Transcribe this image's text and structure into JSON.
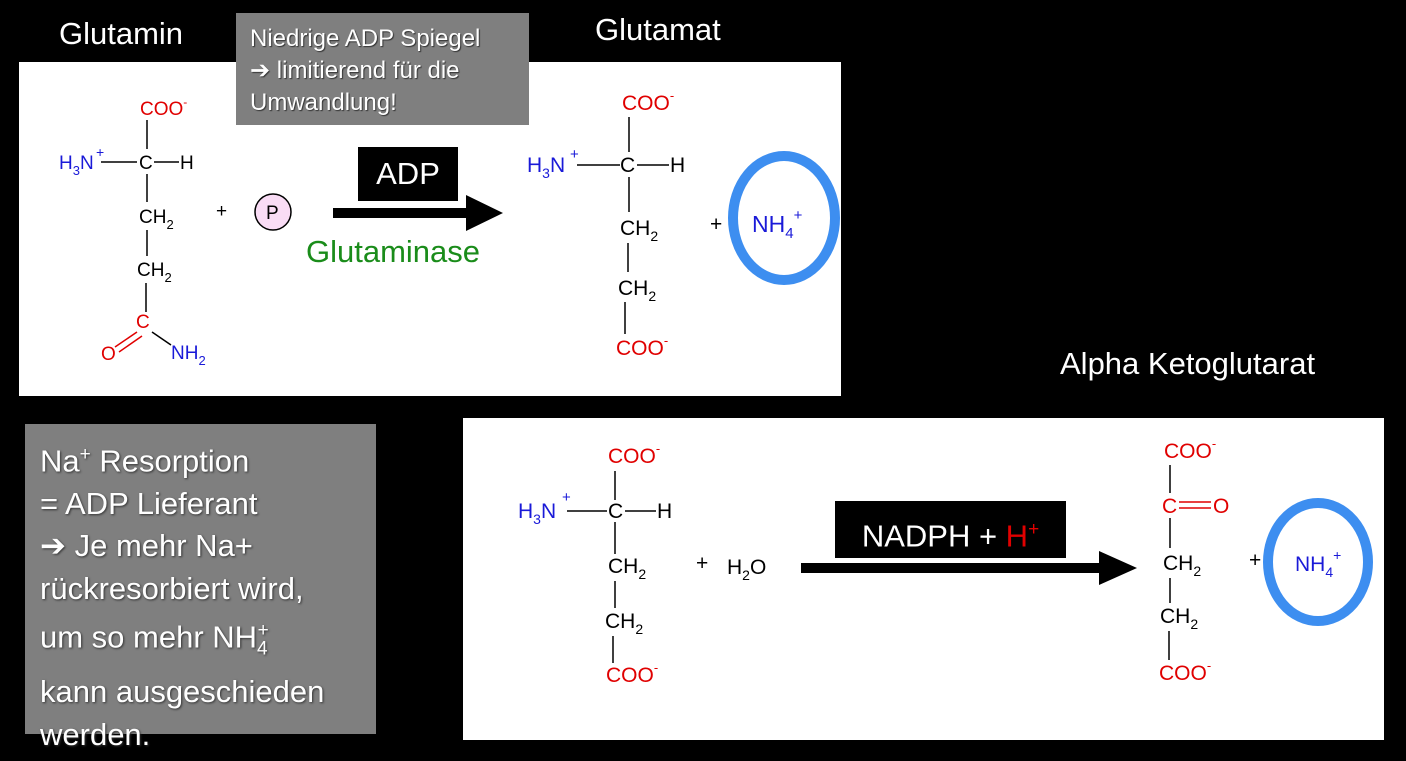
{
  "top": {
    "glutamin_label": "Glutamin",
    "glutamat_label": "Glutamat",
    "note_lines": [
      "Niedrige ADP Spiegel",
      "➔ limitierend für die",
      "Umwandlung!"
    ],
    "adp_tag": "ADP",
    "enzyme": "Glutaminase",
    "plus": "+",
    "phosphate": "P",
    "ammonium": "NH",
    "ammonium_sub": "4",
    "ammonium_sup": "+"
  },
  "bottom": {
    "akg_label": "Alpha Ketoglutarat",
    "cofactor_text": "NADPH + ",
    "cofactor_h": "H",
    "cofactor_sup": "+",
    "water": "H",
    "water_sub": "2",
    "water_o": "O",
    "plus": "+",
    "ammonium": "NH",
    "ammonium_sub": "4",
    "ammonium_sup": "+"
  },
  "na_box": {
    "line1_a": "Na",
    "line1_sup": "+",
    "line1_b": " Resorption",
    "line2": "= ADP Lieferant",
    "line3": "➔ Je mehr Na+",
    "line4": "rückresorbiert wird,",
    "line5_a": "um so mehr NH",
    "line5_sub": "4",
    "line5_sup": "+",
    "line6": "kann ausgeschieden",
    "line7": "werden."
  },
  "chem": {
    "coo": "COO",
    "minus": "-",
    "c": "C",
    "h": "H",
    "ch": "CH",
    "two": "2",
    "h3n": "H",
    "three": "3",
    "n": "N",
    "o": "O",
    "nh": "NH"
  },
  "colors": {
    "red": "#e00000",
    "blue": "#1a1ad8",
    "green": "#1a8c1a",
    "circle": "#3d8ef0",
    "grey": "#7f7f7f"
  }
}
